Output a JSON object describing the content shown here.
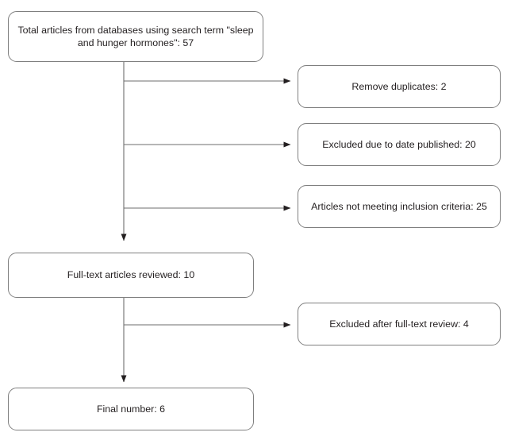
{
  "diagram": {
    "type": "prisma-flow-diagram",
    "background_color": "#ffffff",
    "node_border_color": "#7f7f7f",
    "edge_color": "#231f20",
    "nodes": {
      "total_articles": {
        "label": "Total articles from databases using search term \"sleep\nand hunger hormones\": 57",
        "count": 57,
        "stage": "identification"
      },
      "remove_duplicates": {
        "label": "Remove duplicates: 2",
        "count": 2,
        "stage": "exclusion"
      },
      "excluded_date": {
        "label": "Excluded due to date published: 20",
        "count": 20,
        "stage": "exclusion"
      },
      "excluded_criteria": {
        "label": "Articles not meeting inclusion criteria: 25",
        "count": 25,
        "stage": "exclusion"
      },
      "full_text_reviewed": {
        "label": "Full-text articles reviewed: 10",
        "count": 10,
        "stage": "eligibility"
      },
      "excluded_after_review": {
        "label": "Excluded after full-text review: 4",
        "count": 4,
        "stage": "exclusion"
      },
      "final_number": {
        "label": "Final number: 6",
        "count": 6,
        "stage": "included"
      }
    },
    "edges": [
      {
        "from": "total_articles",
        "to": "remove_duplicates",
        "kind": "branch-right"
      },
      {
        "from": "total_articles",
        "to": "excluded_date",
        "kind": "branch-right"
      },
      {
        "from": "total_articles",
        "to": "excluded_criteria",
        "kind": "branch-right"
      },
      {
        "from": "total_articles",
        "to": "full_text_reviewed",
        "kind": "trunk-down"
      },
      {
        "from": "full_text_reviewed",
        "to": "excluded_after_review",
        "kind": "branch-right"
      },
      {
        "from": "full_text_reviewed",
        "to": "final_number",
        "kind": "trunk-down"
      }
    ]
  }
}
